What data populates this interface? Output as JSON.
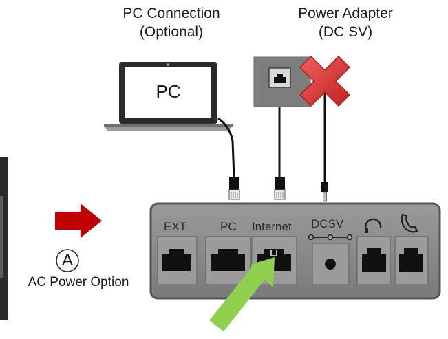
{
  "labels": {
    "pc_connection_line1": "PC Connection",
    "pc_connection_line2": "(Optional)",
    "power_adapter_line1": "Power Adapter",
    "power_adapter_line2": "(DC SV)",
    "laptop_screen": "PC",
    "option_marker": "A",
    "ac_power_option": "AC Power Option"
  },
  "ports": {
    "ext": "EXT",
    "pc": "PC",
    "internet": "Internet",
    "dcsv": "DCSV"
  },
  "icons": {
    "arrow_red": "right-arrow",
    "arrow_green": "up-left-arrow",
    "cross": "x-mark",
    "headset": "headset-icon",
    "handset": "phone-handset-icon"
  },
  "colors": {
    "device_body": "#8c8c8c",
    "device_border": "#505050",
    "arrow_red": "#c00000",
    "arrow_green": "#8fd14f",
    "cross": "#e23b3b",
    "jack": "#111111"
  }
}
